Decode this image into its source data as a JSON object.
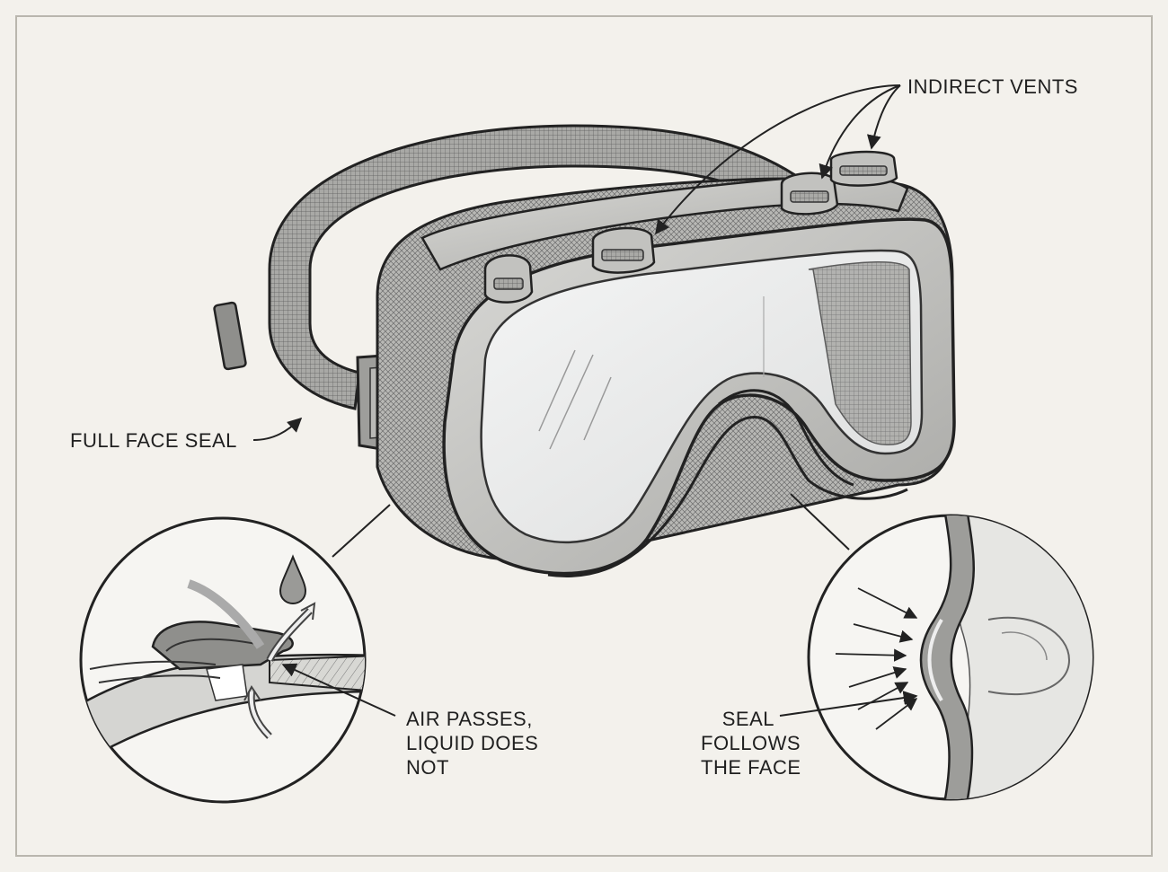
{
  "labels": {
    "indirect_vents": "INDIRECT VENTS",
    "full_face_seal": "FULL FACE SEAL",
    "air_passes": [
      "AIR PASSES,",
      "LIQUID DOES",
      "NOT"
    ],
    "seal_follows": [
      "SEAL",
      "FOLLOWS",
      "THE FACE"
    ]
  },
  "colors": {
    "paper": "#f3f1ec",
    "ink": "#2a2a2a",
    "frame_fill": "#c9c9c6",
    "lens_tint": "#e9eaea",
    "hatch": "#777777"
  }
}
